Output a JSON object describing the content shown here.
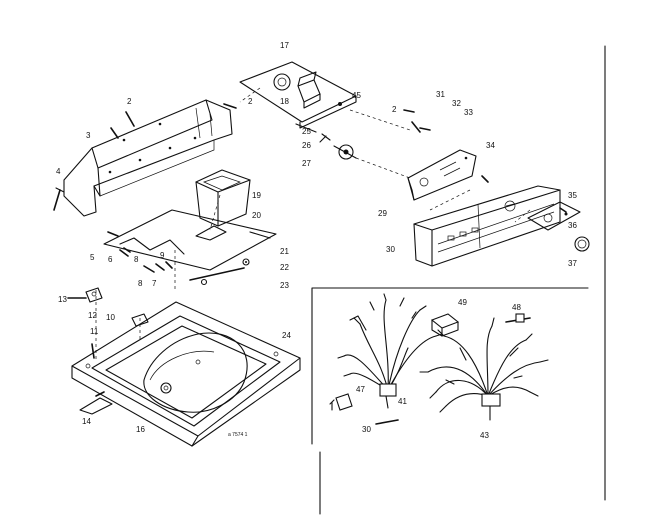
{
  "labels": {
    "p17": "17",
    "p18": "18",
    "p45": "45",
    "p2a": "2",
    "p2b": "2",
    "p2c": "2",
    "p31": "31",
    "p32": "32",
    "p33": "33",
    "p3": "3",
    "p4": "4",
    "p25": "25",
    "p26": "26",
    "p27": "27",
    "p34": "34",
    "p19": "19",
    "p20": "20",
    "p21": "21",
    "p22": "22",
    "p23": "23",
    "p29": "29",
    "p30a": "30",
    "p35": "35",
    "p36": "36",
    "p37": "37",
    "p5": "5",
    "p6": "6",
    "p8a": "8",
    "p9": "9",
    "p8b": "8",
    "p7": "7",
    "p13": "13",
    "p12": "12",
    "p10": "10",
    "p11": "11",
    "p24": "24",
    "p49": "49",
    "p48": "48",
    "p41": "41",
    "p47": "47",
    "p43": "43",
    "p30b": "30",
    "p14": "14",
    "p16": "16"
  },
  "serial": "a 7574 1"
}
